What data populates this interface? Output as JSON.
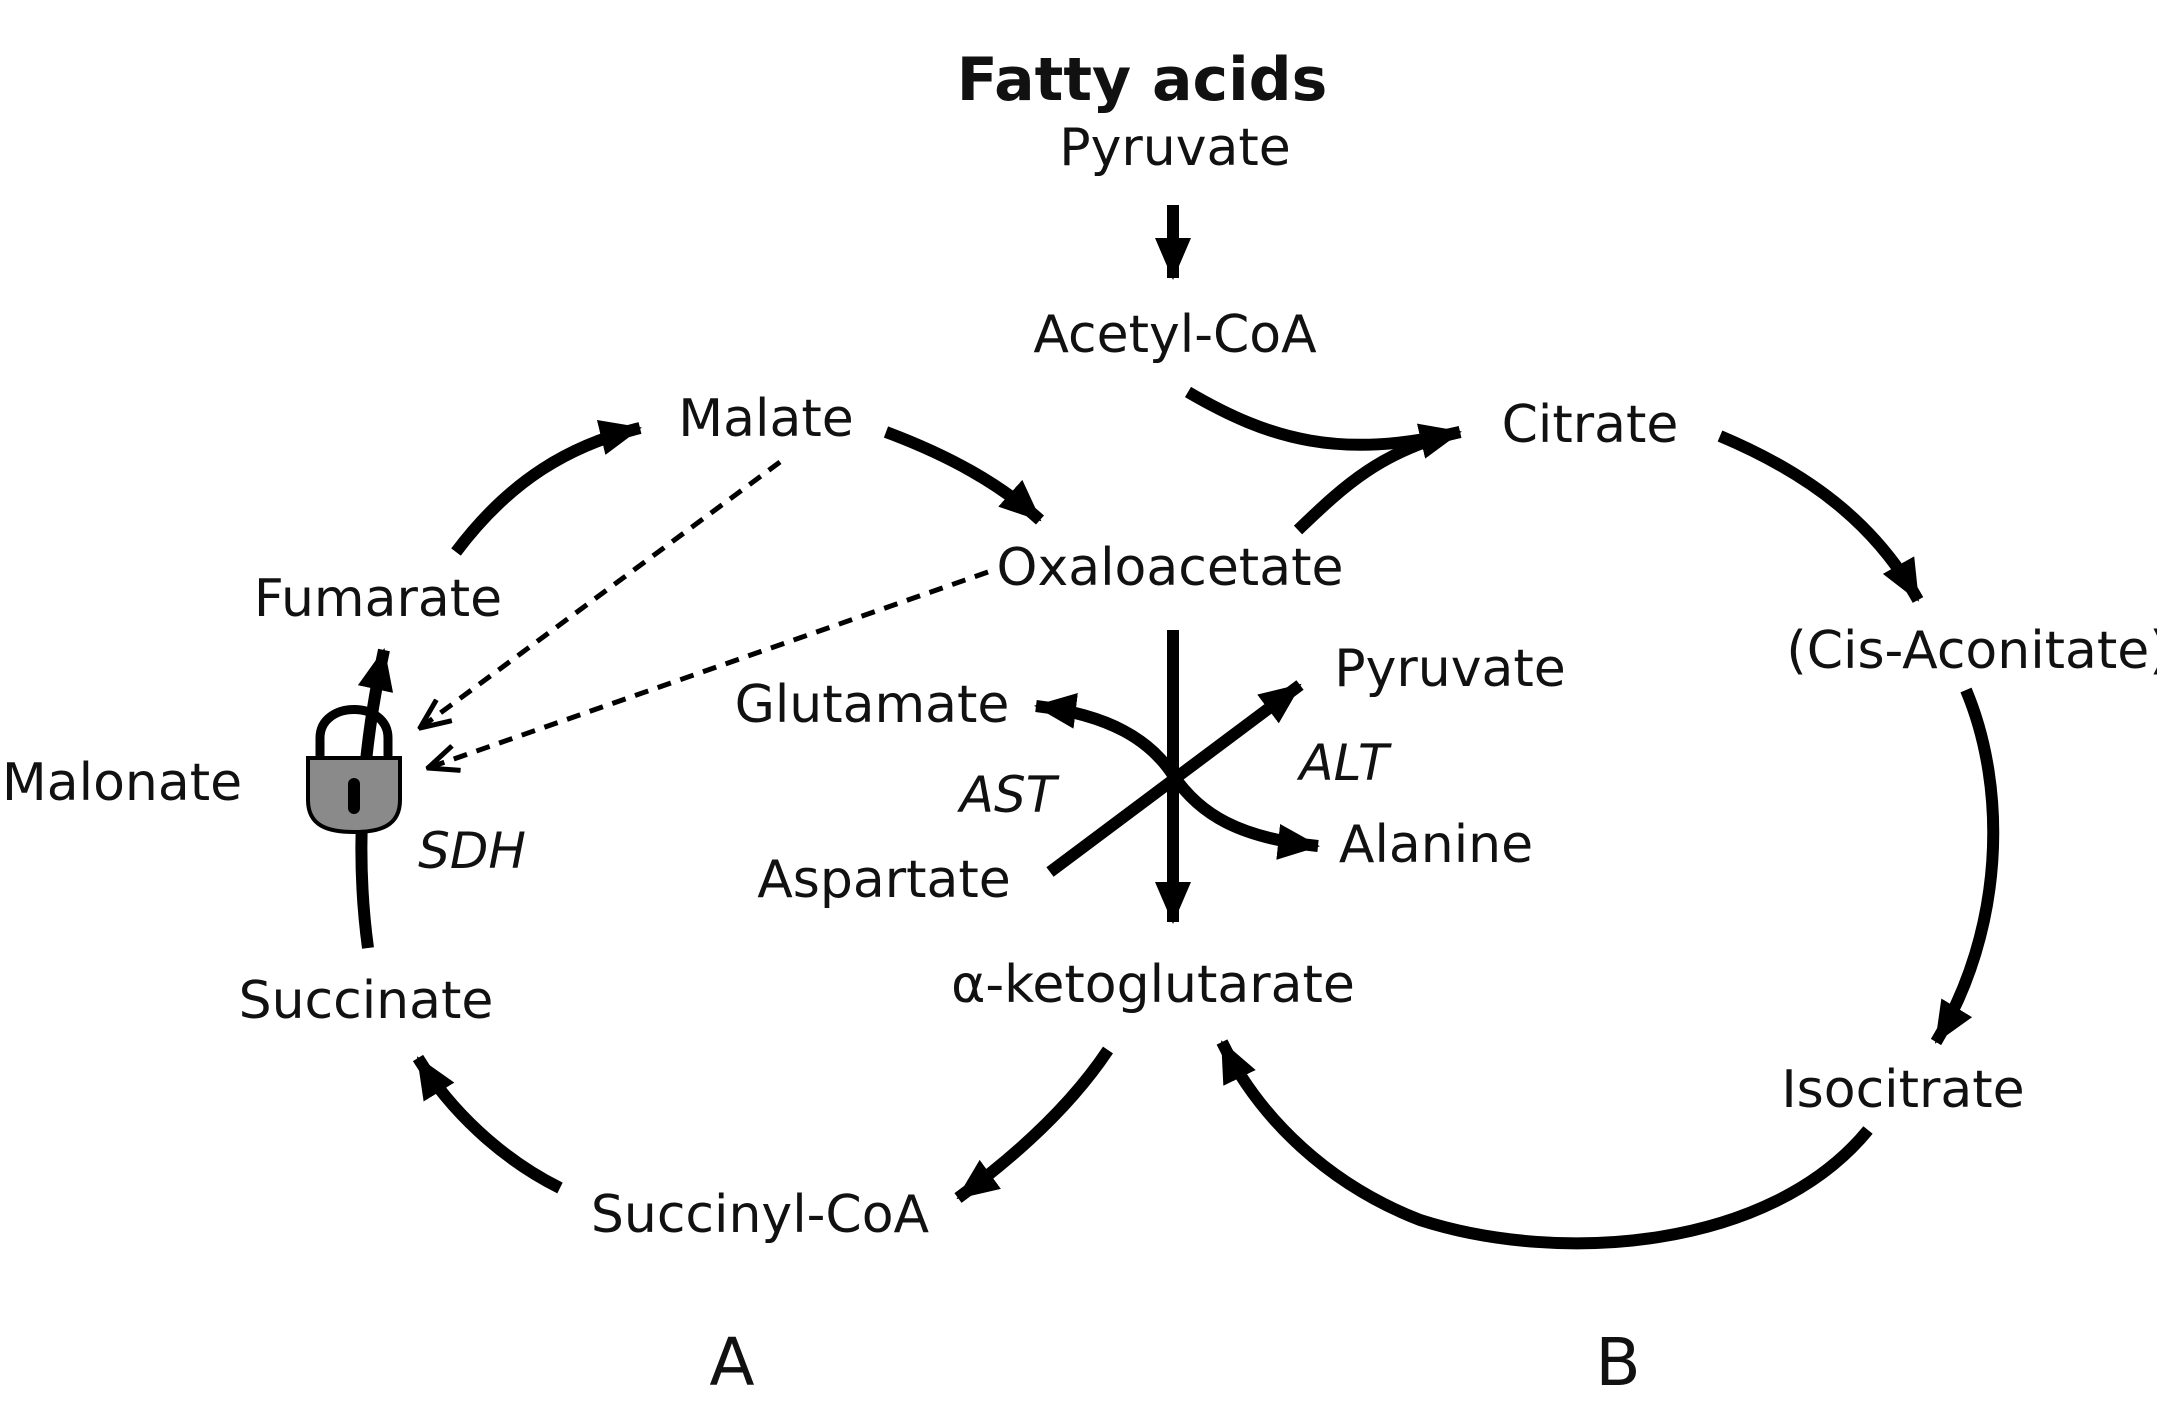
{
  "title": "Fatty acids",
  "metabolites": {
    "pyruvate_top": "Pyruvate",
    "acetyl_coa": "Acetyl-CoA",
    "citrate": "Citrate",
    "cis_aconitate": "(Cis-Aconitate)",
    "isocitrate": "Isocitrate",
    "alpha_ketoglutarate": "α-ketoglutarate",
    "succinyl_coa": "Succinyl-CoA",
    "succinate": "Succinate",
    "fumarate": "Fumarate",
    "malate": "Malate",
    "oxaloacetate": "Oxaloacetate",
    "glutamate": "Glutamate",
    "aspartate": "Aspartate",
    "pyruvate_right": "Pyruvate",
    "alanine": "Alanine"
  },
  "inhibitor": {
    "name": "Malonate",
    "target_enzyme": "SDH",
    "icon": "padlock-icon",
    "icon_color": "#8a8a8a"
  },
  "enzymes": {
    "ast": "AST",
    "alt": "ALT"
  },
  "panels": {
    "a": "A",
    "b": "B"
  }
}
